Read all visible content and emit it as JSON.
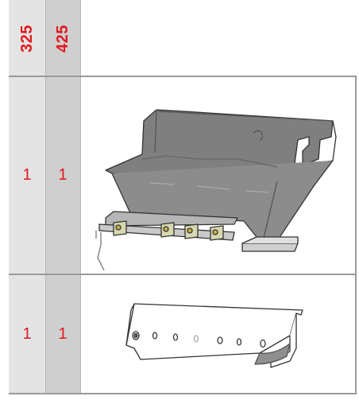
{
  "columns": [
    {
      "header": "325"
    },
    {
      "header": "425"
    }
  ],
  "rows": [
    {
      "qty_325": "1",
      "qty_425": "1",
      "part_icon": "burner-box-with-burners-icon"
    },
    {
      "qty_325": "1",
      "qty_425": "1",
      "part_icon": "heat-shield-icon"
    }
  ],
  "colors": {
    "accent": "#e1191f",
    "col_a_bg": "#e4e4e4",
    "col_b_bg": "#cfcfcf",
    "rule": "#9a9a9a"
  }
}
